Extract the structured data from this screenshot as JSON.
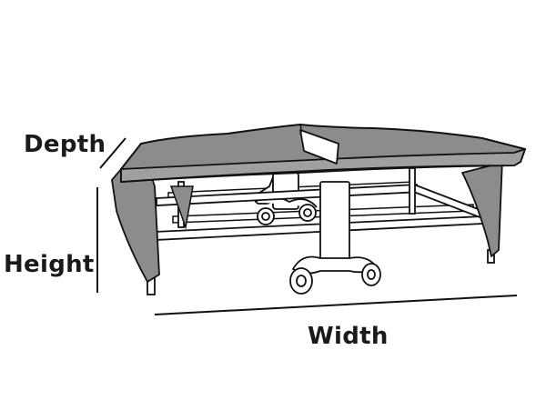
{
  "labels": {
    "depth": "Depth",
    "height": "Height",
    "width": "Width"
  },
  "colors": {
    "cover_fill": "#8c8c8c",
    "cover_dark": "#6f6f6f",
    "line": "#111111",
    "background": "#ffffff"
  }
}
